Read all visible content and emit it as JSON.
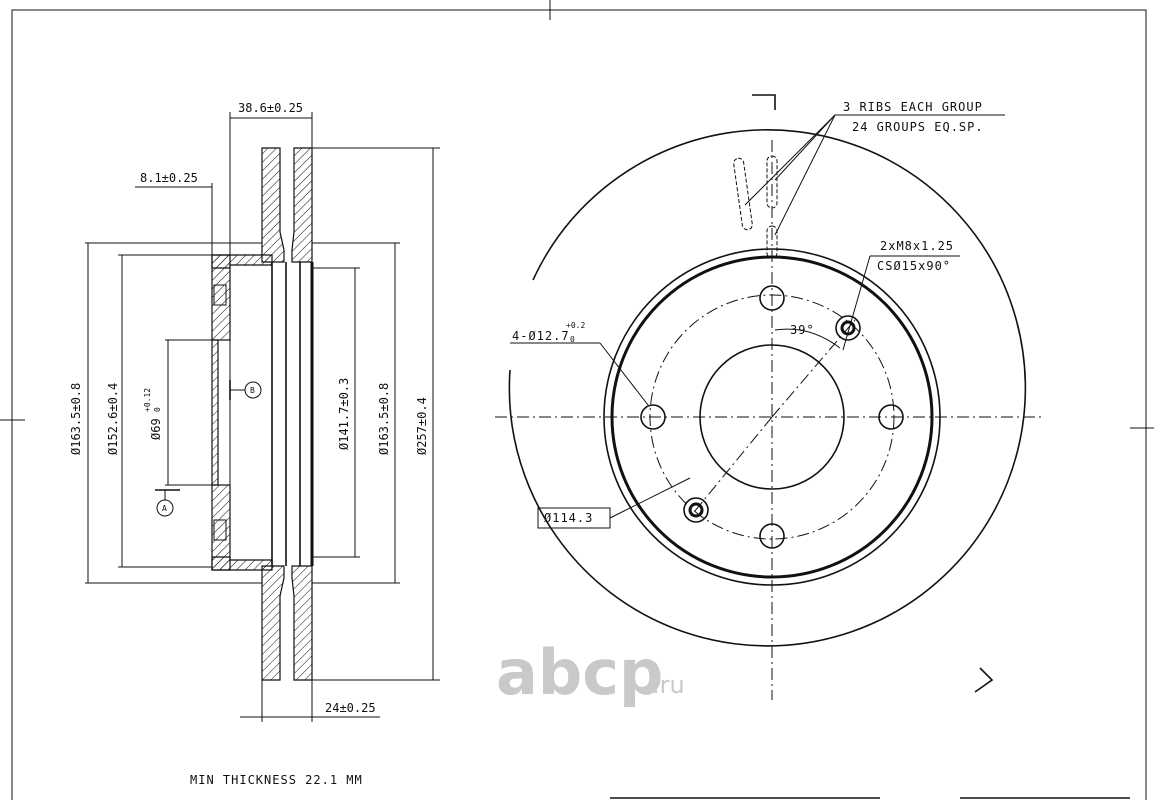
{
  "side_view": {
    "dim_width": "38.6±0.25",
    "dim_hat_depth": "8.1±0.25",
    "dim_od_hat": "Ø163.5±0.8",
    "dim_pilot": "Ø152.6±0.4",
    "dim_bore_main": "Ø69",
    "dim_bore_tol_upper": "+0.12",
    "dim_bore_tol_lower": "0",
    "dim_inner": "Ø141.7±0.3",
    "dim_mid": "Ø163.5±0.8",
    "dim_outer": "Ø257±0.4",
    "dim_thickness": "24±0.25",
    "datum_a": "A",
    "datum_b": "B"
  },
  "front_view": {
    "ribs_line1": "3 RIBS EACH GROUP",
    "ribs_line2": "24 GROUPS EQ.SP.",
    "thread_line1": "2xM8x1.25",
    "thread_line2": "CSØ15x90°",
    "holes_main": "4-Ø12.7",
    "holes_tol_upper": "+0.2",
    "holes_tol_lower": "0",
    "angle": "39°",
    "pcd": "Ø114.3"
  },
  "notes": {
    "min_thickness": "MIN THICKNESS 22.1 MM"
  },
  "watermark": {
    "brand": "abcp",
    "tld": ".ru",
    "color": "#c9c9c9"
  }
}
